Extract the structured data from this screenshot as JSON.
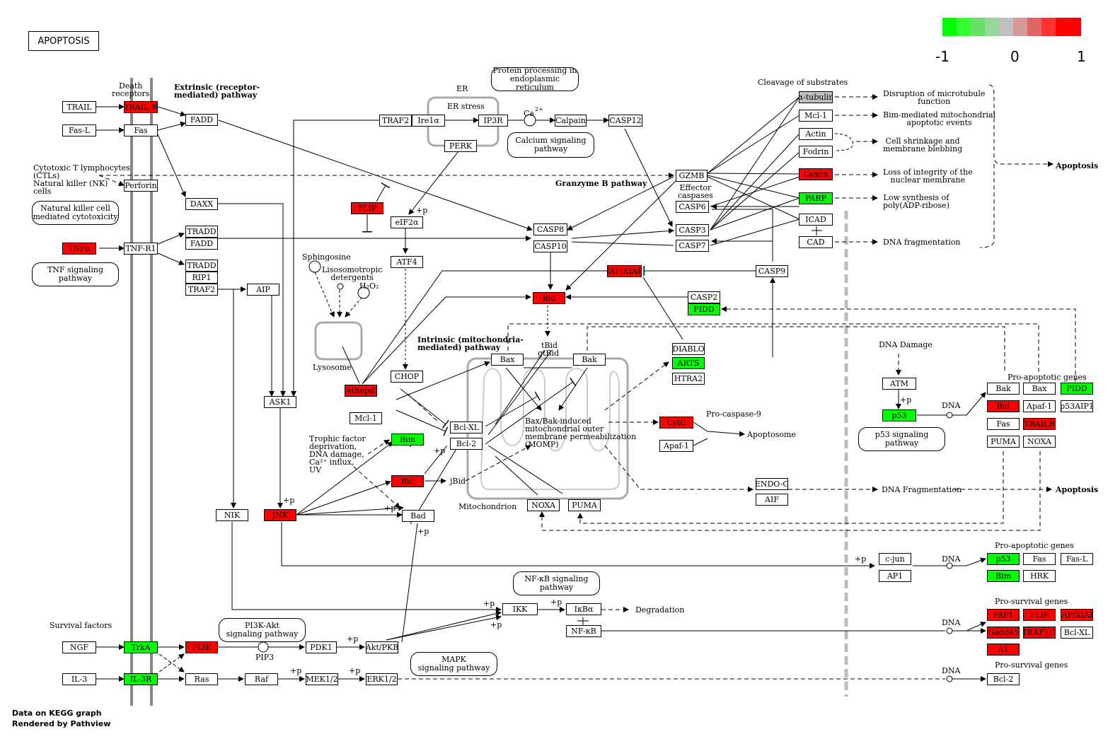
{
  "title": "APOPTOSIS",
  "legend": {
    "colors": [
      "#00ff00",
      "#33ff33",
      "#66e066",
      "#99d699",
      "#bfbfbf",
      "#d69999",
      "#e06666",
      "#ff3333",
      "#ff0000"
    ],
    "min_label": "-1",
    "mid_label": "0",
    "max_label": "1"
  },
  "footer": {
    "line1": "Data on KEGG graph",
    "line2": "Rendered by Pathview"
  },
  "nodes": {
    "trail": "TRAIL",
    "trail_r": "TRAIL-R",
    "fas_l": "Fas-L",
    "fas": "Fas",
    "fadd_top": "FADD",
    "perforin": "Perforin",
    "daxx": "DAXX",
    "tnfa": "TNFα",
    "tnf_r1": "TNF-R1",
    "tradd1": "TRADD",
    "fadd2": "FADD",
    "tradd2": "TRADD",
    "rip1": "RIP1",
    "traf2_left": "TRAF2",
    "aip": "AIP",
    "ask1": "ASK1",
    "nik": "NIK",
    "jnk": "JNK",
    "traf2_er": "TRAF2",
    "ire1a": "Ire1α",
    "ip3r": "IP3R",
    "calpain": "Calpain",
    "casp12": "CASP12",
    "perk": "PERK",
    "flip_mid": "FLIP",
    "eif2a": "eIF2α",
    "atf4": "ATF4",
    "chop": "CHOP",
    "casp8": "CASP8",
    "casp10": "CASP10",
    "iap_mid": "IAP/XIAP",
    "bid_mid": "Bid",
    "casp2": "CASP2",
    "pidd_mid": "PIDD",
    "casp9": "CASP9",
    "gzmb": "GZMB",
    "casp6": "CASP6",
    "casp3": "CASP3",
    "casp7": "CASP7",
    "alpha_tubulin": "α-tubulin",
    "mcl1_top": "Mcl-1",
    "actin": "Actin",
    "fodrin": "Fodrin",
    "lamin": "Lamin",
    "parp": "PARP",
    "icad": "ICAD",
    "cad": "CAD",
    "cathepsin": "Cathepsin",
    "mcl1_mid": "Mcl-1",
    "bim_mid": "Bim",
    "bid_low": "Bid",
    "bcl_xl": "Bcl-XL",
    "bcl_2": "Bcl-2",
    "bax": "Bax",
    "bak": "Bak",
    "bad": "Bad",
    "noxa_mid": "NOXA",
    "puma_mid": "PUMA",
    "diablo": "DIABLO",
    "arts": "ARTS",
    "htra2": "HTRA2",
    "cytc": "CytC",
    "apaf1_mid": "Apaf-1",
    "endo_g": "ENDO-G",
    "aif": "AIF",
    "atm": "ATM",
    "p53_mid": "p53",
    "bak_r": "Bak",
    "bax_r": "Bax",
    "pidd_r": "PIDD",
    "bid_r": "Bid",
    "apaf1_r": "Apaf-1",
    "p53aip1": "p53AIP1",
    "fas_r": "Fas",
    "trailr_r": "TRAILR",
    "puma_r": "PUMA",
    "noxa_r": "NOXA",
    "cjun": "c-jun",
    "ap1": "AP1",
    "p53_low": "p53",
    "fas_low": "Fas",
    "fas_l_low": "Fas-L",
    "bim_low": "Bim",
    "hrk": "HRK",
    "fap1": "FAP1",
    "flip_low": "FLIP",
    "iap_low": "IAP/XIAP",
    "gadd45": "Gadd45",
    "traf12": "TRAF1/2",
    "bcl_xl_low": "Bcl-XL",
    "a1": "A1",
    "bcl2_low": "Bcl-2",
    "ikk": "IKK",
    "ikba": "IκBα",
    "nfkb": "NF-κB",
    "ngf": "NGF",
    "trka": "TrkA",
    "pi3k": "PI3K",
    "pdk1": "PDK1",
    "akt": "Akt/PKB",
    "il3": "IL-3",
    "il3r": "IL-3R",
    "ras": "Ras",
    "raf": "Raf",
    "mek12": "MEK1/2",
    "erk12": "ERK1/2"
  },
  "pathways": {
    "protein_processing": "Protein processing in\nendoplasmic reticulum",
    "calcium": "Calcium signaling\npathway",
    "nk_cytotox": "Natural killer cell\nmediated cytotoxicity",
    "tnf": "TNF signaling\npathway",
    "p53": "p53 signaling\npathway",
    "nfkb": "NF-κB signaling\npathway",
    "pi3k_akt": "PI3K-Akt\nsignaling pathway",
    "mapk": "MAPK\nsignaling pathway"
  },
  "labels": {
    "death_receptors": "Death\nreceptors",
    "extrinsic": "Extrinsic (receptor-\nmediated) pathway",
    "ctl": "Cytotoxic T lymphocytes\n(CTLs)\nNatural killer (NK)\ncells",
    "er": "ER",
    "er_stress": "ER stress",
    "ca": "Ca",
    "ca_sup": "2+",
    "granzyme": "Granzyme B pathway",
    "effector": "Effector\ncaspases",
    "cleavage": "Cleavage of substrates",
    "disruption": "Disruption of microtubule\nfunction",
    "bim_mediated": "Bim-mediated mitochondrial\napoptotic events",
    "shrinkage": "Cell shrinkage and\nmembrane blebbing",
    "loss_integrity": "Loss of integrity of the\nnuclear membrane",
    "low_synthesis": "Low synthesis of\npoly(ADP-ribose)",
    "dna_frag1": "DNA fragmentation",
    "apoptosis1": "Apoptosis",
    "sphingosine": "Sphingosine",
    "lysosomotropic": "Lisosomotropic\ndetergents",
    "h2o2": "H₂O₂",
    "lysosome": "Lysosome",
    "intrinsic": "Intrinsic (mitochondria-\nmediated) pathway",
    "tbid": "tBid",
    "gtbid": "gtBid",
    "momp": "Bax/Bak-induced\nmitochondrial outer\nmembrane permeabilization\n(MOMP)",
    "trophic": "Trophic factor\ndeprivation,\nDNA damage,\nCa²⁺ influx,\nUV",
    "jbid": "jBid",
    "mitochondrion": "Mitochondrion",
    "procasp9": "Pro-caspase-9",
    "apoptosome": "Apoptosome",
    "dna_damage": "DNA Damage",
    "dna": "DNA",
    "proapop1": "Pro-apoptotic genes",
    "dna_frag2": "DNA Fragmentation",
    "apoptosis2": "Apoptosis",
    "proapop2": "Pro-apoptotic genes",
    "prosurv1": "Pro-survival genes",
    "prosurv2": "Pro-survival genes",
    "degradation": "Degradation",
    "survival": "Survival factors",
    "pip3": "PIP3",
    "plus_p": "+p"
  }
}
